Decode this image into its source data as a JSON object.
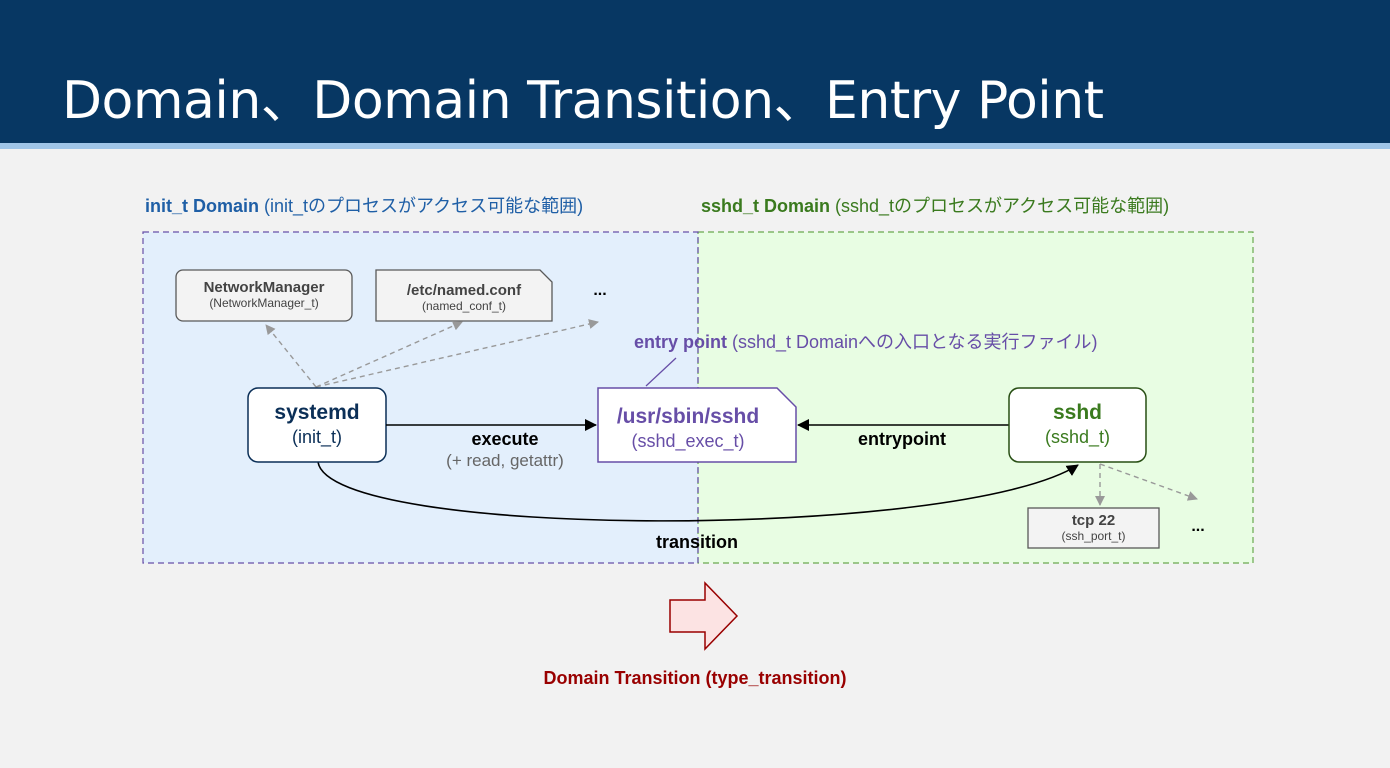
{
  "slide": {
    "title": "Domain、Domain Transition、Entry Point"
  },
  "regions": {
    "init": {
      "name": "init_t Domain",
      "desc": " (init_tのプロセスがアクセス可能な範囲)"
    },
    "sshd": {
      "name": "sshd_t Domain",
      "desc": " (sshd_tのプロセスがアクセス可能な範囲)"
    }
  },
  "entry_point_note": {
    "name": "entry point",
    "desc": " (sshd_t Domainへの入口となる実行ファイル)"
  },
  "nodes": {
    "networkmanager": {
      "name": "NetworkManager",
      "type": "(NetworkManager_t)"
    },
    "named_conf": {
      "name": "/etc/named.conf",
      "type": "(named_conf_t)"
    },
    "init_more": "...",
    "systemd": {
      "name": "systemd",
      "type": "(init_t)"
    },
    "sshd_exec": {
      "name": "/usr/sbin/sshd",
      "type": "(sshd_exec_t)"
    },
    "sshd": {
      "name": "sshd",
      "type": "(sshd_t)"
    },
    "tcp22": {
      "name": "tcp 22",
      "type": "(ssh_port_t)"
    },
    "sshd_more": "..."
  },
  "edges": {
    "execute": {
      "label": "execute",
      "sub": "(+ read, getattr)"
    },
    "entrypoint": {
      "label": "entrypoint"
    },
    "transition": {
      "label": "transition"
    }
  },
  "domain_transition": {
    "label": "Domain Transition (type_transition)"
  },
  "colors": {
    "header": "#073763",
    "init_region": "#e3effc",
    "sshd_region": "#e8fde3",
    "systemd": "#0b2f57",
    "sshd": "#3a7a1e",
    "entry": "#674ea7",
    "transition_arrow": "#990000"
  }
}
